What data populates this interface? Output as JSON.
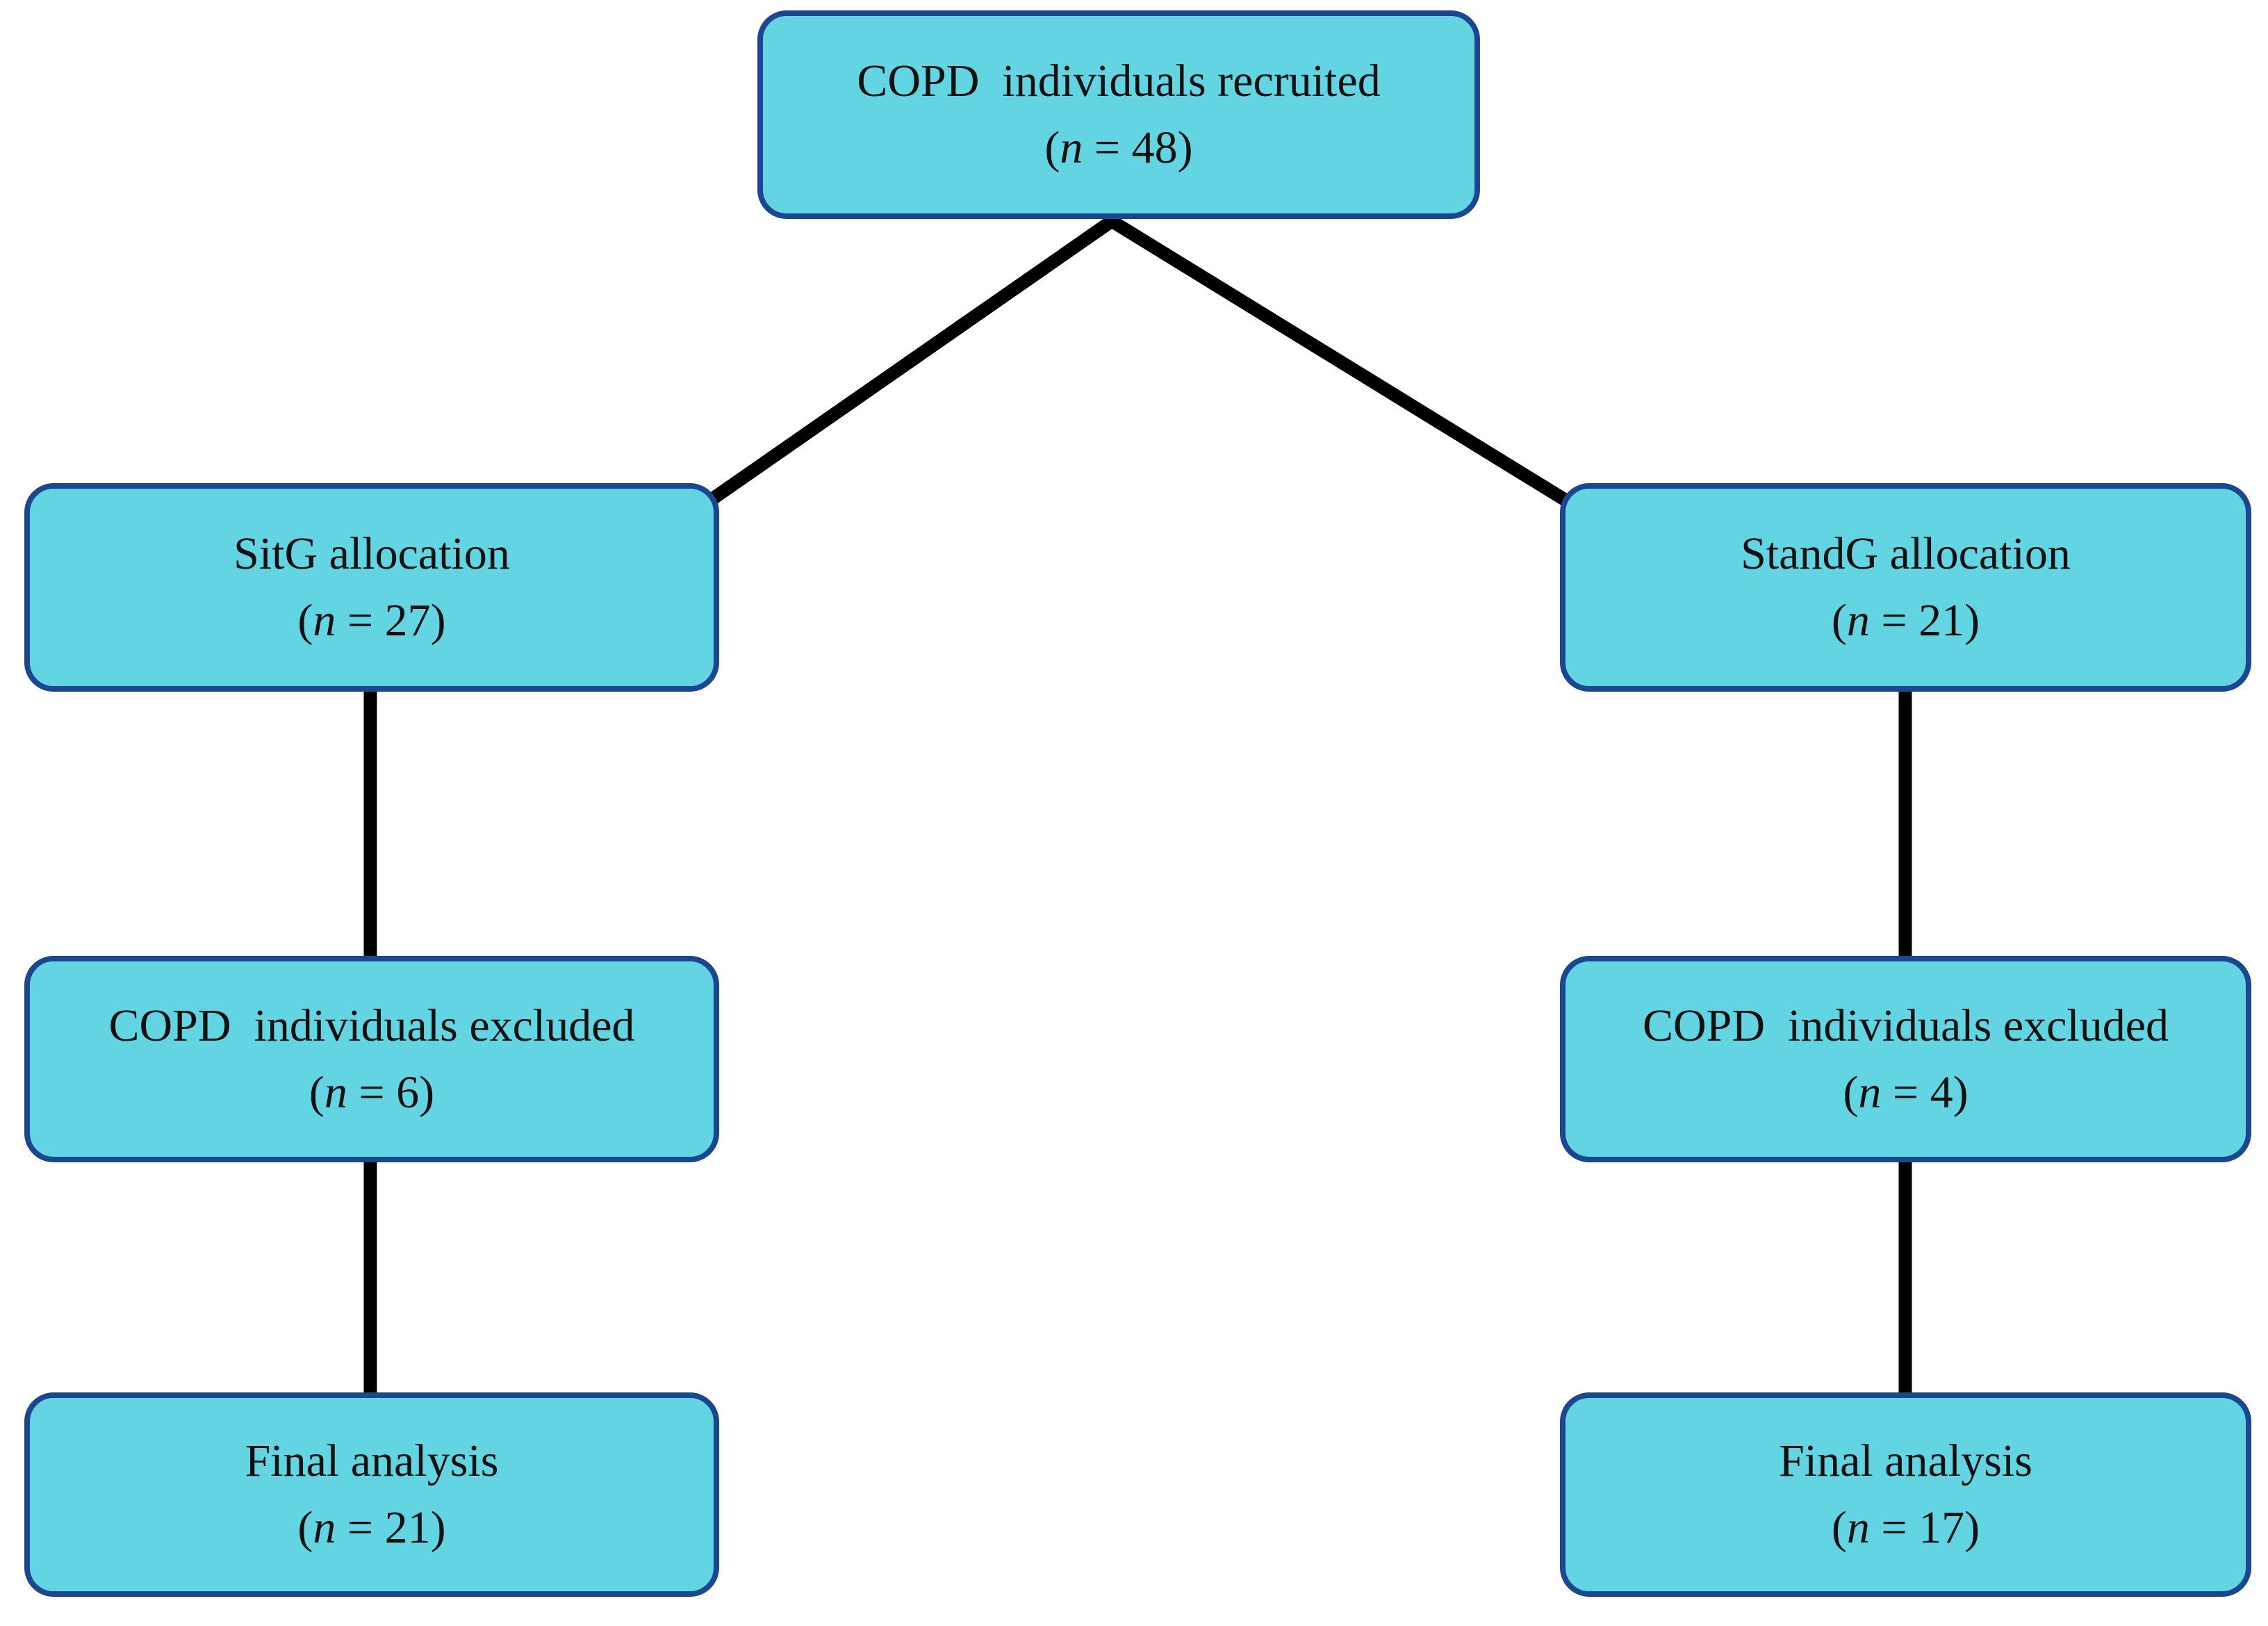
{
  "diagram": {
    "type": "flowchart",
    "colors": {
      "box_fill": "#63d5e2",
      "box_border": "#1a478f",
      "connector": "#000000",
      "text": "#111111"
    },
    "nodes": {
      "recruited": {
        "label": "COPD  individuals recruited",
        "n_open": "(",
        "n_var": "n",
        "n_rest": " = 48)",
        "n_value": 48
      },
      "sitg_alloc": {
        "label": "SitG allocation",
        "n_open": "(",
        "n_var": "n",
        "n_rest": " = 27)",
        "n_value": 27
      },
      "standg_alloc": {
        "label": "StandG allocation",
        "n_open": "(",
        "n_var": "n",
        "n_rest": " = 21)",
        "n_value": 21
      },
      "sitg_excluded": {
        "label": "COPD  individuals excluded",
        "n_open": "(",
        "n_var": "n",
        "n_rest": " = 6)",
        "n_value": 6
      },
      "standg_excluded": {
        "label": "COPD  individuals excluded",
        "n_open": "(",
        "n_var": "n",
        "n_rest": " = 4)",
        "n_value": 4
      },
      "sitg_final": {
        "label": "Final analysis",
        "n_open": "(",
        "n_var": "n",
        "n_rest": " = 21)",
        "n_value": 21
      },
      "standg_final": {
        "label": "Final analysis",
        "n_open": "(",
        "n_var": "n",
        "n_rest": " = 17)",
        "n_value": 17
      }
    },
    "edges": [
      {
        "from": "recruited",
        "to": "sitg_alloc"
      },
      {
        "from": "recruited",
        "to": "standg_alloc"
      },
      {
        "from": "sitg_alloc",
        "to": "sitg_excluded"
      },
      {
        "from": "sitg_excluded",
        "to": "sitg_final"
      },
      {
        "from": "standg_alloc",
        "to": "standg_excluded"
      },
      {
        "from": "standg_excluded",
        "to": "standg_final"
      }
    ]
  }
}
